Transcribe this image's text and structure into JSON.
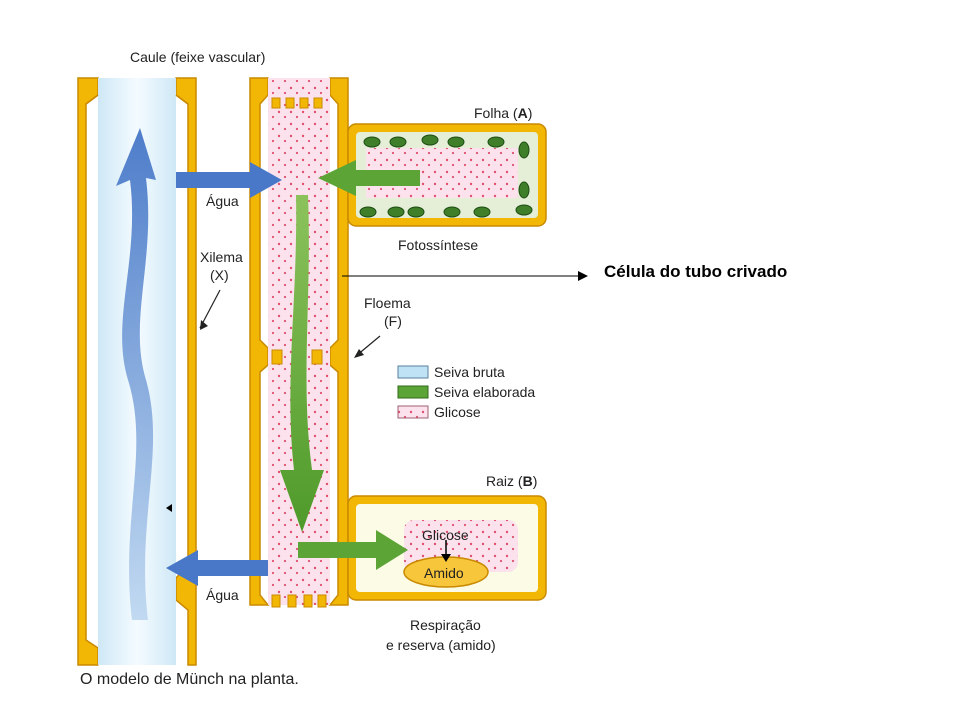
{
  "figure": {
    "stem_title": "Caule (feixe vascular)",
    "leaf_prefix": "Folha (",
    "leaf_letter": "A",
    "leaf_suffix": ")",
    "photosynthesis": "Fotossíntese",
    "water_top": "Água",
    "water_bottom": "Água",
    "xylem_line1": "Xilema",
    "xylem_line2": "(X)",
    "phloem_line1": "Floema",
    "phloem_line2": "(F)",
    "root_prefix": "Raiz (",
    "root_letter": "B",
    "root_suffix": ")",
    "glucose_inner": "Glicose",
    "starch": "Amido",
    "respiration_line1": "Respiração",
    "respiration_line2": "e reserva (amido)",
    "caption": "O modelo de Münch na planta."
  },
  "legend": [
    {
      "label": "Seiva bruta",
      "color": "#bfe3f5"
    },
    {
      "label": "Seiva elaborada",
      "color": "#5da436"
    },
    {
      "label": "Glicose",
      "color": "#f6c9d8"
    }
  ],
  "callout": {
    "label": "Célula do tubo crivado"
  },
  "colors": {
    "wall": "#f2b705",
    "wall_edge": "#c98a00",
    "xylem_fill": "#d8eef8",
    "phloem_fill": "#fbd3e2",
    "blue_arrow": "#4a78c8",
    "green_arrow": "#5da436",
    "chloroplast": "#3f7f2a",
    "glucose_dot": "#e0506e",
    "starch": "#f7c63a"
  }
}
